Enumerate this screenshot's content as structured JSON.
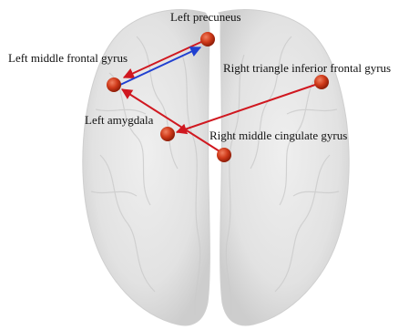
{
  "colors": {
    "background": "#ffffff",
    "brain_fill": "#e2e2e2",
    "brain_edge": "#cfcfcf",
    "node": "#cf3a1a",
    "node_dark": "#8e1d08",
    "arrow_red": "#d01820",
    "arrow_blue": "#2040d0"
  },
  "regions": [
    {
      "id": "left-precuneus",
      "label": "Left precuneus"
    },
    {
      "id": "left-middle-frontal-gyrus",
      "label": "Left middle frontal gyrus"
    },
    {
      "id": "right-triangle-inferior-frontal-gyrus",
      "label": "Right triangle inferior frontal gyrus"
    },
    {
      "id": "left-amygdala",
      "label": "Left amygdala"
    },
    {
      "id": "right-middle-cingulate-gyrus",
      "label": "Right middle cingulate gyrus"
    }
  ],
  "connections": [
    {
      "from": "left-precuneus",
      "to": "left-middle-frontal-gyrus",
      "color": "red"
    },
    {
      "from": "left-middle-frontal-gyrus",
      "to": "left-precuneus",
      "color": "blue"
    },
    {
      "from": "right-triangle-inferior-frontal-gyrus",
      "to": "left-amygdala",
      "color": "red"
    },
    {
      "from": "right-middle-cingulate-gyrus",
      "to": "left-middle-frontal-gyrus",
      "color": "red"
    }
  ]
}
